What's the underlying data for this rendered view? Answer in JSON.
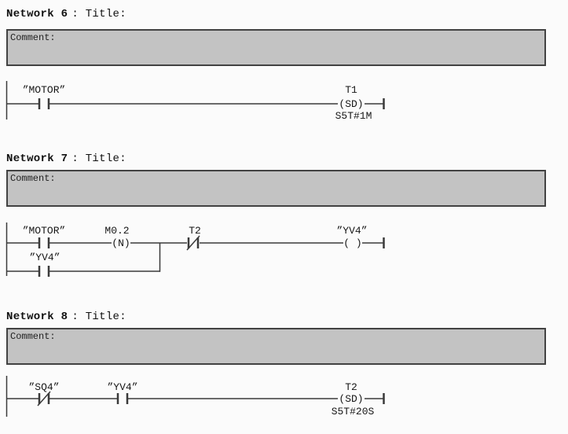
{
  "colors": {
    "page_bg": "#fbfbfb",
    "comment_bg": "#c3c3c3",
    "comment_border": "#424242",
    "wire": "#3a3a3a",
    "text": "#161616"
  },
  "networks": [
    {
      "header": {
        "name": "Network 6",
        "title": ": Title:"
      },
      "comment": "Comment:",
      "labels": {
        "contact1": "”MOTOR”",
        "coil_name": "T1",
        "coil_symbol": "(SD)",
        "coil_time": "S5T#1M"
      }
    },
    {
      "header": {
        "name": "Network 7",
        "title": ": Title:"
      },
      "comment": "Comment:",
      "labels": {
        "contact1": "”MOTOR”",
        "edge_name": "M0.2",
        "edge_symbol": "(N)",
        "contact2": "T2",
        "coil_name": "”YV4”",
        "coil_symbol": "( )",
        "branch_contact": "”YV4”"
      }
    },
    {
      "header": {
        "name": "Network 8",
        "title": ": Title:"
      },
      "comment": "Comment:",
      "labels": {
        "contact1": "”SQ4”",
        "contact2": "”YV4”",
        "coil_name": "T2",
        "coil_symbol": "(SD)",
        "coil_time": "S5T#20S"
      }
    }
  ]
}
